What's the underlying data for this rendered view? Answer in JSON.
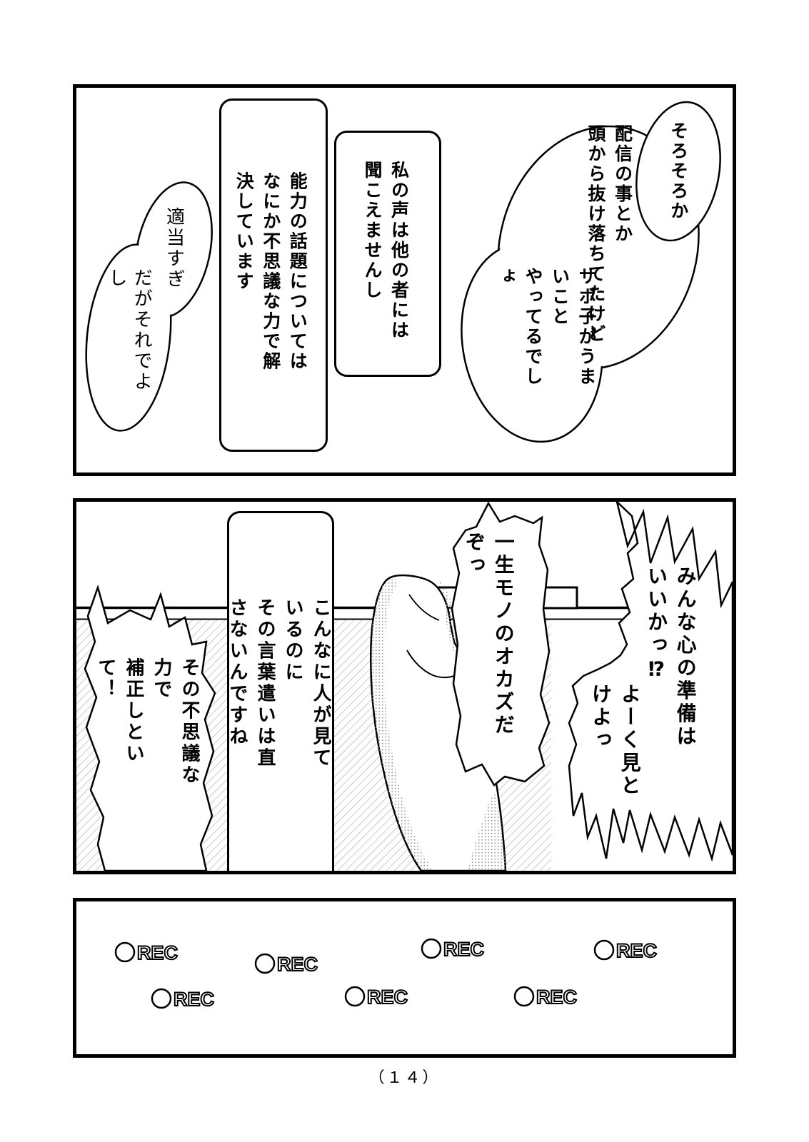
{
  "page": {
    "number_label": "（１４）"
  },
  "panels": {
    "panel1": {
      "bubbles": {
        "sorosoro": "そろそろか",
        "haishin": "配信の事とか\n頭から抜け落ちてたけど",
        "sapoko": "サポ子がうまいこと\nやってるでしょ",
        "watashi": "私の声は他の者には\n聞こえませんし",
        "nouryoku": "能力の話題については\nなにか不思議な力で解決しています",
        "tekitou": "適当すぎ",
        "daga": "だがそれでよし"
      }
    },
    "panel2": {
      "bubbles": {
        "minna": "みんな心の準備はいいかっ⁉",
        "yoku": "よーく見とけよっ",
        "okazu": "一生モノのオカズだぞっ",
        "konna": "こんなに人が見ているのに\nその言葉遣いは直さないんですね",
        "hosei": "その不思議な力で\n補正しといて！"
      }
    },
    "panel3": {
      "rec_label": "REC"
    }
  },
  "colors": {
    "ink": "#000000",
    "paper": "#ffffff",
    "tone_hatch": "#a8a8a8",
    "tone_dots": "#9c9c9c"
  }
}
